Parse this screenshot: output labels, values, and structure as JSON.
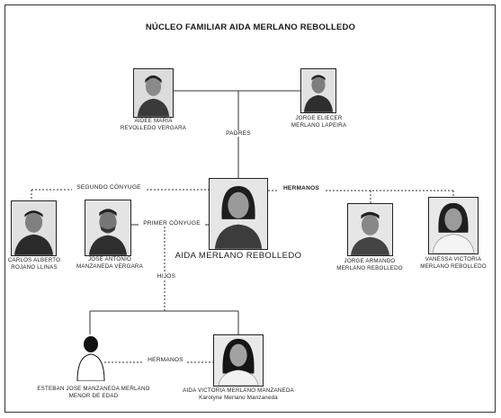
{
  "title": "NÚCLEO FAMILIAR AIDA MERLANO REBOLLEDO",
  "parents_label": "PADRES",
  "people": {
    "mother": {
      "name": "AIDEE MARIA",
      "surname": "REVOLLEDO VERGARA"
    },
    "father": {
      "name": "JORGE ELIECER",
      "surname": "MERLANO LAPEIRA"
    },
    "subject": {
      "name": "AIDA MERLANO REBOLLEDO"
    },
    "second_spouse": {
      "name": "CARLOS ALBERTO",
      "surname": "ROJANO LLINAS"
    },
    "first_spouse": {
      "name": "JOSE ANTONIO",
      "surname": "MANZANEDA VERGARA"
    },
    "sibling_1": {
      "name": "JORGE ARMANDO",
      "surname": "MERLANO REBOLLEDO"
    },
    "sibling_2": {
      "name": "VANESSA VICTORIA",
      "surname": "MERLANO REBOLLEDO"
    },
    "child_1": {
      "name": "ESTEBAN JOSE MANZANEDA MERLANO",
      "note": "MENOR DE EDAD"
    },
    "child_2": {
      "name": "AIDA VICTORIA MERLANO MANZANEDA",
      "alias": "Karolyne Merlano Manzaneda"
    }
  },
  "relations": {
    "second_spouse": "SEGUNDO CÓNYUGE",
    "siblings": "HERMANOS",
    "first_spouse": "PRIMER CÓNYUGE",
    "children": "HIJOS",
    "children_siblings": "HERMANOS"
  },
  "icons": {
    "portrait": "person-photo-icon",
    "anonymous": "person-silhouette-icon"
  }
}
